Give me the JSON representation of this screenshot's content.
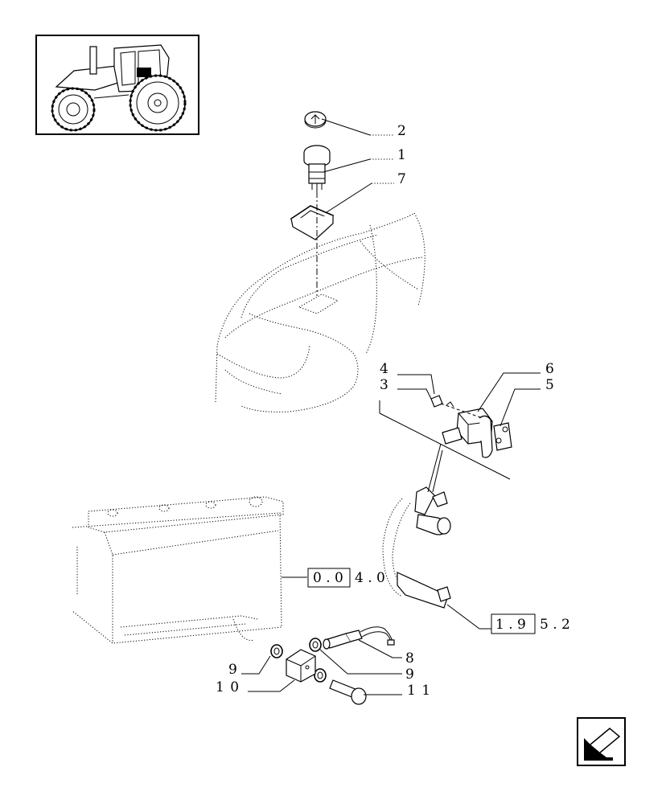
{
  "callouts": [
    {
      "label": "2"
    },
    {
      "label": "1"
    },
    {
      "label": "7"
    },
    {
      "label": "4"
    },
    {
      "label": "3"
    },
    {
      "label": "6"
    },
    {
      "label": "5"
    },
    {
      "label": "8"
    },
    {
      "label": "9"
    },
    {
      "label": "9"
    },
    {
      "label": "1 0"
    },
    {
      "label": "1 1"
    }
  ],
  "references": [
    {
      "boxed": "0 . 0",
      "rest": "4 . 0"
    },
    {
      "boxed": "1 . 9",
      "rest": "5 . 2"
    }
  ],
  "thumbnail": {
    "icon": "tractor-icon"
  },
  "nav_button": {
    "icon": "arrow-back-icon"
  }
}
